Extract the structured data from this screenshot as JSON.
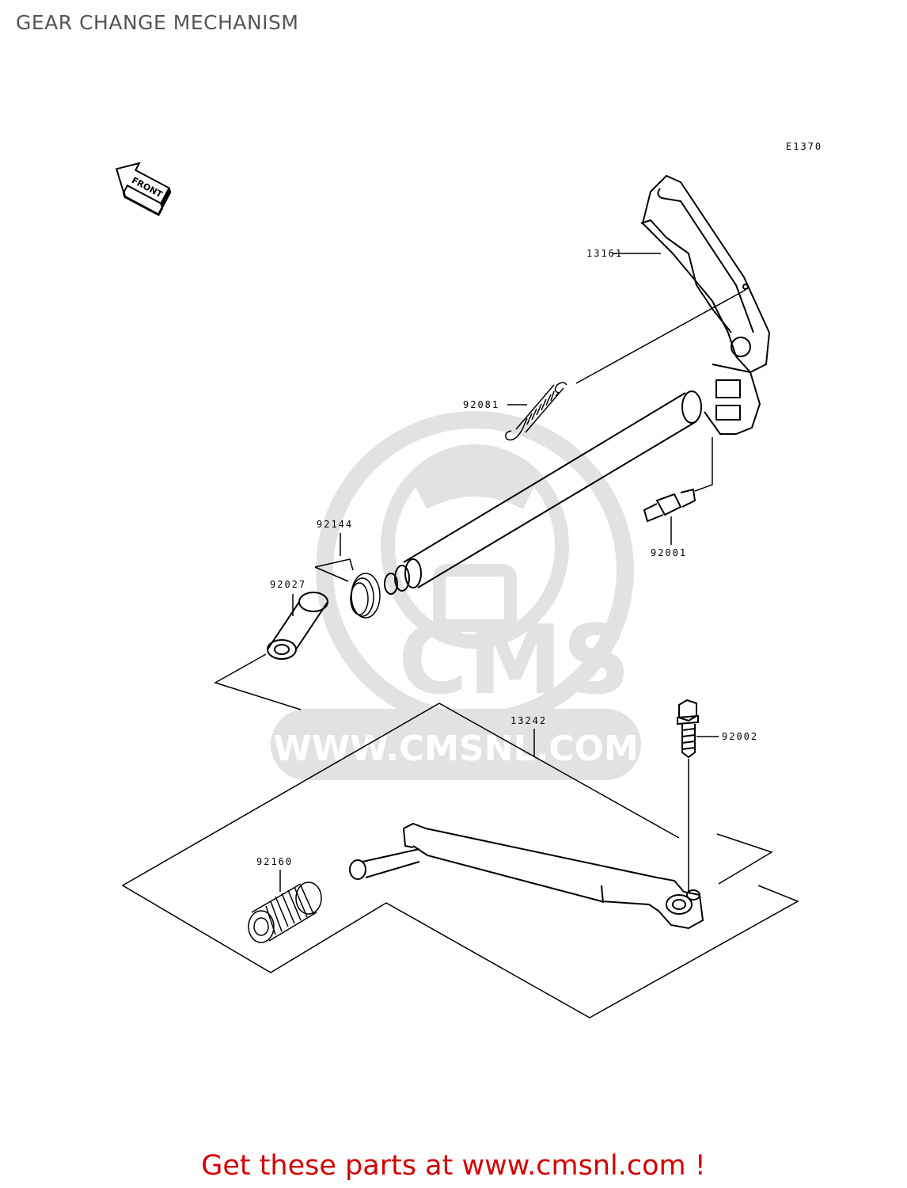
{
  "title": "GEAR CHANGE MECHANISM",
  "diagram_code": "E1370",
  "front_label": "FRONT",
  "watermark": {
    "brand": "CMS",
    "url": "WWW.CMSNL.COM"
  },
  "parts": {
    "p13161": "13161",
    "p92081": "92081",
    "p92001": "92001",
    "p92144": "92144",
    "p92027": "92027",
    "p13242": "13242",
    "p92002": "92002",
    "p92160": "92160"
  },
  "footer_text": "Get these parts at www.cmsnl.com !",
  "colors": {
    "footer": "#d40000",
    "watermark": "#e2e2e2"
  }
}
